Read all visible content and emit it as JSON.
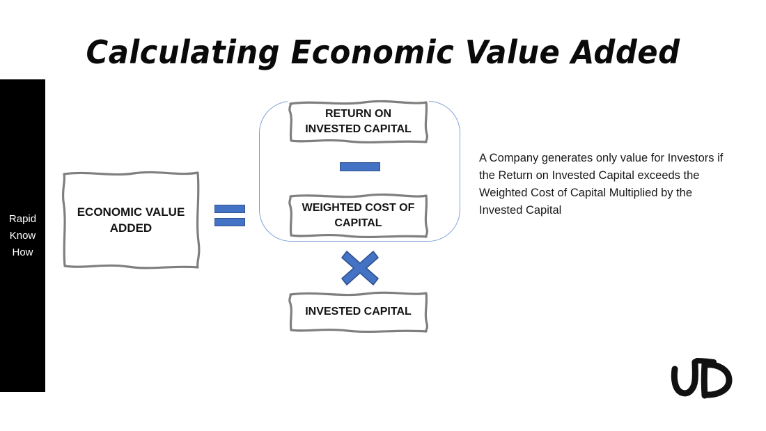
{
  "slide": {
    "title": "Calculating Economic Value Added",
    "background_color": "#ffffff"
  },
  "sidebar": {
    "label": "Rapid\nKnow\nHow",
    "background_color": "#000000",
    "text_color": "#ffffff"
  },
  "diagram": {
    "result_box": {
      "label": "ECONOMIC VALUE\nADDED"
    },
    "operators": {
      "equals": "=",
      "minus": "−",
      "multiply": "×",
      "color": "#4472c4",
      "outline_color": "#2f528f"
    },
    "grouped_terms": {
      "bracket_color": "#7f9fd6",
      "boxes": [
        {
          "label": "RETURN ON\nINVESTED CAPITAL"
        },
        {
          "label": "WEIGHTED COST OF\nCAPITAL"
        }
      ]
    },
    "multiplier_box": {
      "label": "INVESTED CAPITAL"
    },
    "box_border_color": "#7f7f7f"
  },
  "explanation": {
    "text": "A Company generates only value for Investors if the Return on Invested Capital exceeds the Weighted Cost of Capital Multiplied by the Invested Capital"
  },
  "signature": {
    "initials": "JD"
  }
}
